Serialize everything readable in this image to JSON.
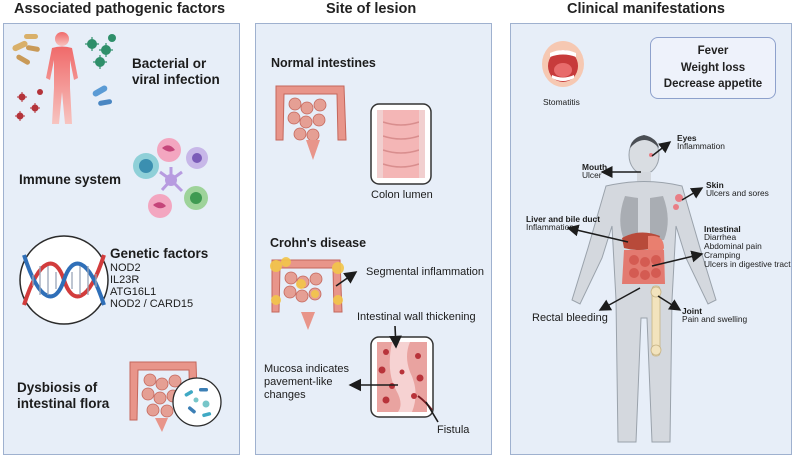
{
  "columns": {
    "left": "Associated pathogenic factors",
    "middle": "Site of lesion",
    "right": "Clinical manifestations"
  },
  "pathogenic": {
    "infection": "Bacterial or viral infection",
    "immune": "Immune system",
    "genetic_title": "Genetic factors",
    "genes": [
      "NOD2",
      "IL23R",
      "ATG16L1",
      "NOD2 / CARD15"
    ],
    "dysbiosis": "Dysbiosis of intestinal flora"
  },
  "lesion": {
    "normal_title": "Normal intestines",
    "colon_lumen": "Colon lumen",
    "crohns_title": "Crohn's disease",
    "segmental": "Segmental inflammation",
    "wall_thickening": "Intestinal wall thickening",
    "mucosa": "Mucosa indicates pavement-like changes",
    "fistula": "Fistula"
  },
  "clinical": {
    "symptoms": [
      "Fever",
      "Weight loss",
      "Decrease appetite"
    ],
    "stomatitis": "Stomatitis",
    "eyes_title": "Eyes",
    "eyes_text": "Inflammation",
    "mouth_title": "Mouth",
    "mouth_text": "Ulcer",
    "skin_title": "Skin",
    "skin_text": "Ulcers and sores",
    "liver_title": "Liver and bile duct",
    "liver_text": "Inflammation",
    "intestinal_title": "Intestinal",
    "intestinal_items": [
      "Diarrhea",
      "Abdominal pain",
      "Cramping",
      "Ulcers in digestive tract"
    ],
    "rectal": "Rectal bleeding",
    "joint_title": "Joint",
    "joint_text": "Pain and swelling"
  },
  "colors": {
    "panel_bg": "#e7eef8",
    "panel_border": "#9fb1cf",
    "intestine": "#e8958a",
    "inflamed": "#f3c64a",
    "arrow": "#1c1c1c"
  }
}
